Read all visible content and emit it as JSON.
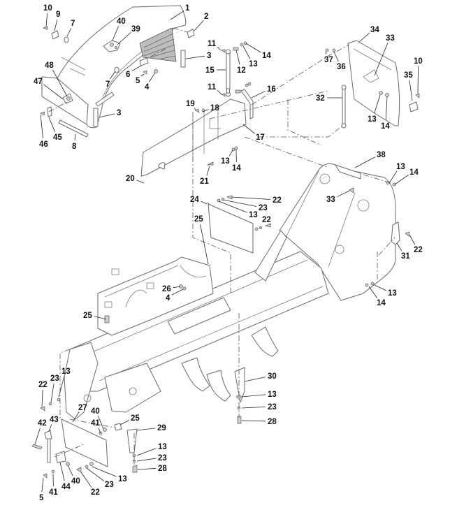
{
  "diagram": {
    "type": "exploded-parts-view",
    "description": "Exploded view of chassis frame, hood/cover, side panels and rear door with numbered part callouts",
    "background_color": "#ffffff",
    "line_color": "#6a6a6a",
    "label_color": "#111111",
    "callouts": [
      {
        "id": "c10a",
        "label": "10"
      },
      {
        "id": "c9",
        "label": "9"
      },
      {
        "id": "c7a",
        "label": "7"
      },
      {
        "id": "c40a",
        "label": "40"
      },
      {
        "id": "c39",
        "label": "39"
      },
      {
        "id": "c1",
        "label": "1"
      },
      {
        "id": "c2",
        "label": "2"
      },
      {
        "id": "c3a",
        "label": "3"
      },
      {
        "id": "c48",
        "label": "48"
      },
      {
        "id": "c47",
        "label": "47"
      },
      {
        "id": "c6",
        "label": "6"
      },
      {
        "id": "c5a",
        "label": "5"
      },
      {
        "id": "c4a",
        "label": "4"
      },
      {
        "id": "c7b",
        "label": "7"
      },
      {
        "id": "c3b",
        "label": "3"
      },
      {
        "id": "c46",
        "label": "46"
      },
      {
        "id": "c45",
        "label": "45"
      },
      {
        "id": "c8",
        "label": "8"
      },
      {
        "id": "c11a",
        "label": "11"
      },
      {
        "id": "c15",
        "label": "15"
      },
      {
        "id": "c12",
        "label": "12"
      },
      {
        "id": "c13a",
        "label": "13"
      },
      {
        "id": "c14a",
        "label": "14"
      },
      {
        "id": "c11b",
        "label": "11"
      },
      {
        "id": "c16",
        "label": "16"
      },
      {
        "id": "c19",
        "label": "19"
      },
      {
        "id": "c18",
        "label": "18"
      },
      {
        "id": "c17",
        "label": "17"
      },
      {
        "id": "c13b",
        "label": "13"
      },
      {
        "id": "c14b",
        "label": "14"
      },
      {
        "id": "c20",
        "label": "20"
      },
      {
        "id": "c21",
        "label": "21"
      },
      {
        "id": "c34",
        "label": "34"
      },
      {
        "id": "c33a",
        "label": "33"
      },
      {
        "id": "c37",
        "label": "37"
      },
      {
        "id": "c36",
        "label": "36"
      },
      {
        "id": "c35",
        "label": "35"
      },
      {
        "id": "c10b",
        "label": "10"
      },
      {
        "id": "c32",
        "label": "32"
      },
      {
        "id": "c13c",
        "label": "13"
      },
      {
        "id": "c14c",
        "label": "14"
      },
      {
        "id": "c38",
        "label": "38"
      },
      {
        "id": "c13d",
        "label": "13"
      },
      {
        "id": "c14d",
        "label": "14"
      },
      {
        "id": "c33b",
        "label": "33"
      },
      {
        "id": "c24",
        "label": "24"
      },
      {
        "id": "c22a",
        "label": "22"
      },
      {
        "id": "c23a",
        "label": "23"
      },
      {
        "id": "c13e",
        "label": "13"
      },
      {
        "id": "c25a",
        "label": "25"
      },
      {
        "id": "c22b",
        "label": "22"
      },
      {
        "id": "c31",
        "label": "31"
      },
      {
        "id": "c26",
        "label": "26"
      },
      {
        "id": "c4b",
        "label": "4"
      },
      {
        "id": "c14e",
        "label": "14"
      },
      {
        "id": "c13f",
        "label": "13"
      },
      {
        "id": "c25b",
        "label": "25"
      },
      {
        "id": "c30",
        "label": "30"
      },
      {
        "id": "c13g",
        "label": "13"
      },
      {
        "id": "c23b",
        "label": "23"
      },
      {
        "id": "c28a",
        "label": "28"
      },
      {
        "id": "c22c",
        "label": "22"
      },
      {
        "id": "c23c",
        "label": "23"
      },
      {
        "id": "c13h",
        "label": "13"
      },
      {
        "id": "c27",
        "label": "27"
      },
      {
        "id": "c40b",
        "label": "40"
      },
      {
        "id": "c42",
        "label": "42"
      },
      {
        "id": "c43",
        "label": "43"
      },
      {
        "id": "c41a",
        "label": "41"
      },
      {
        "id": "c25c",
        "label": "25"
      },
      {
        "id": "c29",
        "label": "29"
      },
      {
        "id": "c13i",
        "label": "13"
      },
      {
        "id": "c23d",
        "label": "23"
      },
      {
        "id": "c28b",
        "label": "28"
      },
      {
        "id": "c13j",
        "label": "13"
      },
      {
        "id": "c40c",
        "label": "40"
      },
      {
        "id": "c44",
        "label": "44"
      },
      {
        "id": "c5b",
        "label": "5"
      },
      {
        "id": "c41b",
        "label": "41"
      },
      {
        "id": "c22d",
        "label": "22"
      },
      {
        "id": "c23e",
        "label": "23"
      }
    ]
  }
}
